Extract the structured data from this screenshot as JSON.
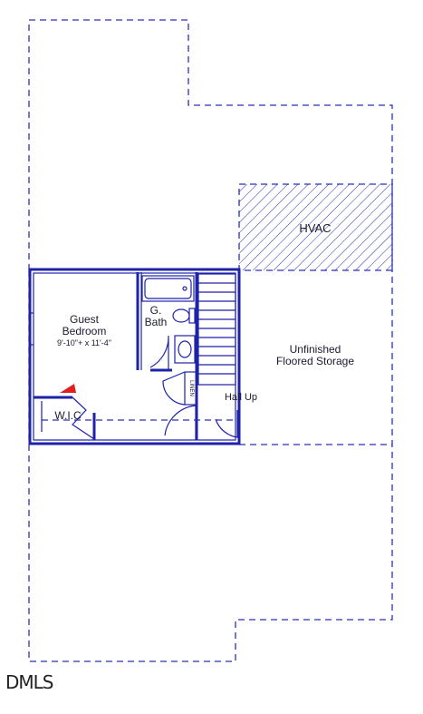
{
  "rooms": {
    "guest_bedroom": {
      "name_line1": "Guest",
      "name_line2": "Bedroom",
      "dims": "9'-10\"+ x 11'-4\""
    },
    "bath": {
      "name_line1": "G.",
      "name_line2": "Bath"
    },
    "wic": {
      "name": "W.I.C"
    },
    "hall": {
      "name": "Hall Up"
    },
    "linen": {
      "name": "LINEN"
    },
    "hvac": {
      "name": "HVAC"
    },
    "storage": {
      "name_line1": "Unfinished",
      "name_line2": "Floored Storage"
    }
  },
  "watermark": {
    "text": "DMLS"
  },
  "colors": {
    "wall": "#1e22a8",
    "dashed": "#2b30b8",
    "marker": "#e02020",
    "hatch": "#2b30b8"
  }
}
